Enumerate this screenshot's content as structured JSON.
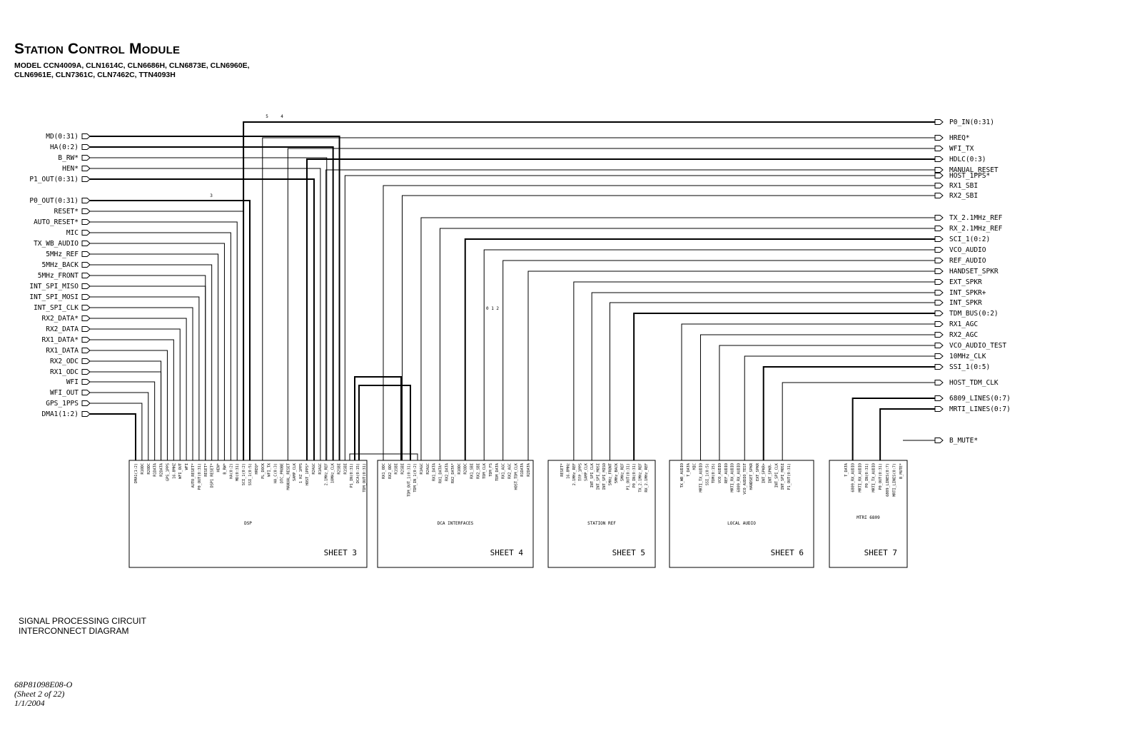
{
  "header": {
    "title": "Station Control Module",
    "models_line1": "MODEL CCN4009A, CLN1614C, CLN6686H, CLN6873E, CLN6960E,",
    "models_line2": "CLN6961E, CLN7361C, CLN7462C, TTN4093H"
  },
  "footer": {
    "caption_line1": "SIGNAL PROCESSING CIRCUIT",
    "caption_line2": "INTERCONNECT DIAGRAM",
    "doc_number": "68P81098E08-O",
    "sheet": "(Sheet 2 of 22)",
    "date": "1/1/2004"
  },
  "left_signals": [
    "MD(0:31)",
    "HA(0:2)",
    "B_RW*",
    "HEN*",
    "P1_OUT(0:31)",
    "P0_OUT(0:31)",
    "RESET*",
    "AUTO_RESET*",
    "MIC",
    "TX_WB_AUDIO",
    "5MHz_REF",
    "5MHz_BACK",
    "5MHz_FRONT",
    "INT_SPI_MISO",
    "INT_SPI_MOSI",
    "INT_SPI_CLK",
    "RX2_DATA*",
    "RX2_DATA",
    "RX1_DATA*",
    "RX1_DATA",
    "RX2_ODC",
    "RX1_ODC",
    "WFI",
    "WFI_OUT",
    "GPS_1PPS",
    "DMA1(1:2)"
  ],
  "right_signals": [
    "P0_IN(0:31)",
    "HREQ*",
    "WFI_TX",
    "HDLC(0:3)",
    "MANUAL_RESET",
    "HOST_1PPS*",
    "RX1_SBI",
    "RX2_SBI",
    "TX_2.1MHz_REF",
    "RX_2.1MHz_REF",
    "SCI_1(0:2)",
    "VCO_AUDIO",
    "REF_AUDIO",
    "HANDSET_SPKR",
    "EXT_SPKR",
    "INT_SPKR+",
    "INT_SPKR",
    "TDM_BUS(0:2)",
    "RX1_AGC",
    "RX2_AGC",
    "VCO_AUDIO_TEST",
    "10MHz_CLK",
    "SSI_1(0:5)",
    "HOST_TDM_CLK",
    "6809_LINES(0:7)",
    "MRTI_LINES(0:7)",
    "B_MUTE*"
  ],
  "bus_markers": [
    "5",
    "4",
    "3",
    "0 1 2"
  ],
  "blocks": [
    {
      "name": "DSP",
      "sheet": "SHEET 3",
      "pins": [
        "DMA1(1:2)",
        "R1ODC",
        "R2ODC",
        "R1DATA",
        "R2DATA",
        "GPS_1PPS",
        "16.8MHZ",
        "WFI_OUT",
        "WFI",
        "AUTO_RESET*",
        "P0_OUT(0:31)",
        "RESET*",
        "DSP1 RESET*",
        "HEN*",
        "B_RW*",
        "HA(0:2)",
        "MD(0:31)",
        "SCI_1(0:2)",
        "SSI_1(0:5)",
        "HREQ*",
        "PL_DOCK",
        "WFI_TX",
        "HA_C(0:3)",
        "DTC_PROBE",
        "MANUAL_RESET",
        "SAMP_CLK",
        "1 HZ 1PPS",
        "HOST_1PPS*",
        "R2AGC",
        "R1AGC",
        "2.1MHz_REF",
        "10MHz_CLK",
        "R2SBI",
        "R1SBI",
        "P1_IN(0:31)",
        "DCA(0:15)",
        "TDM_OUT(0:31)"
      ]
    },
    {
      "name": "DCA INTERFACES",
      "sheet": "SHEET 4",
      "pins": [
        "RX1_ODC",
        "RX2_ODC",
        "R1SBI",
        "R2SBI",
        "TDM_OUT_1(0:31)",
        "TDM_IN_1(0:2)",
        "R1AGC",
        "R2AGC",
        "RX1_DATA",
        "RX1_DATA*",
        "RX2_DATA",
        "RX2_DATA*",
        "R1ODC",
        "R2ODC",
        "RX1_SBI",
        "RX2_SBI",
        "TDM_CLK",
        "TDM_FS",
        "TDM_DATA",
        "RX1_AGC",
        "RX2_AGC",
        "HOST_TDM_CLK",
        "R1DATA",
        "R2DATA"
      ]
    },
    {
      "name": "STATION REF",
      "sheet": "SHEET 5",
      "pins": [
        "RESET*",
        "16.8MHz",
        "2.1MHz_REF",
        "TFP_1PPS",
        "SAMP_CLK",
        "INT_SPI_CLK",
        "INT_SPI_MOSI",
        "INT_SPI_MISO",
        "5MHz_FRONT",
        "5MHz_BACK",
        "5MHz_REF",
        "P1_OUT(0:31)",
        "P0_IN(0:31)",
        "TX_2.1MHz_REF",
        "RX_2.1MHz_REF"
      ]
    },
    {
      "name": "LOCAL AUDIO",
      "sheet": "SHEET 6",
      "pins": [
        "TX_WB_AUDIO",
        "T_DATA",
        "MIC",
        "MRTI_TX_AUDIO",
        "SSI_1(0:5)",
        "TDM(0:15)",
        "VCO_AUDIO",
        "REF_AUDIO",
        "MRTI_RX_AUDIO",
        "6809_RX_AUDIO",
        "VCO_AUDIO_TEST",
        "HANDSET_SPKR",
        "EXT_SPKR",
        "INT_SPKR+",
        "INT_SPKR-",
        "INT_SPI_CLK",
        "INT_SPI_MOSI",
        "P1_OUT(0:31)"
      ]
    },
    {
      "name": "MTRI 6809",
      "sheet": "SHEET 7",
      "pins": [
        "T_DATA",
        "6809_RX_AUDIO",
        "MRTI_RX_AUDIO",
        "P0_IN(0:31)",
        "MRTI_TX_AUDIO",
        "P0_OUT(0:31)",
        "6809_LINES(0:7)",
        "MRTI_LINES(0:7)",
        "B_MUTE*"
      ]
    }
  ]
}
